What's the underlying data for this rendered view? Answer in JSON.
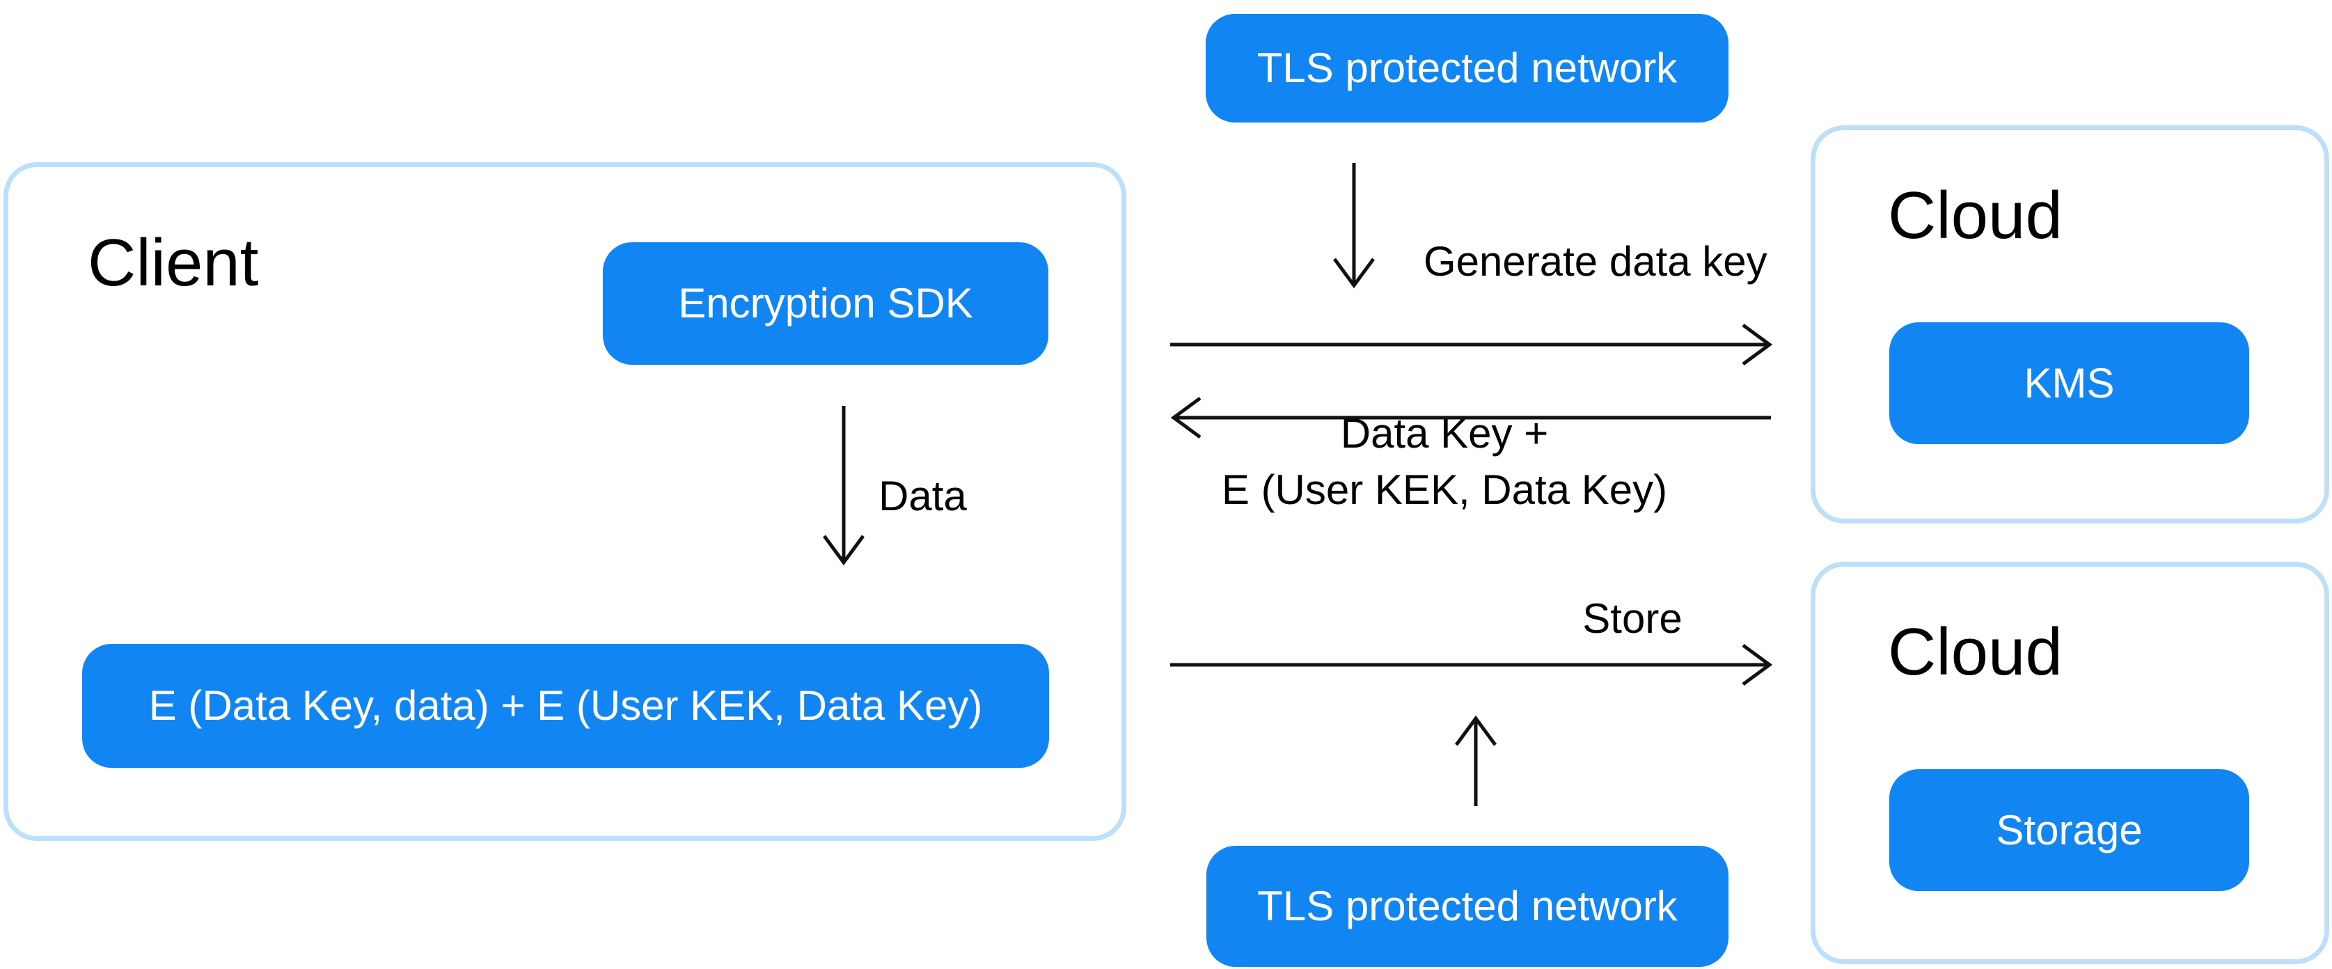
{
  "diagram": {
    "client": {
      "title": "Client",
      "encryption_sdk_label": "Encryption SDK",
      "payload_label": "E (Data Key, data) + E (User KEK, Data Key)"
    },
    "cloud_kms": {
      "title": "Cloud",
      "kms_label": "KMS"
    },
    "cloud_storage": {
      "title": "Cloud",
      "storage_label": "Storage"
    },
    "tls_top_label": "TLS protected network",
    "tls_bottom_label": "TLS protected network",
    "arrows": {
      "generate_label": "Generate data key",
      "return_label_line1": "Data Key +",
      "return_label_line2": "E (User KEK, Data Key)",
      "data_label": "Data",
      "store_label": "Store"
    },
    "colors": {
      "pill_blue": "#1186f2",
      "container_border_blue": "#bedffa",
      "arrow_black": "#111111",
      "pill_text_white": "#ffffff"
    }
  }
}
